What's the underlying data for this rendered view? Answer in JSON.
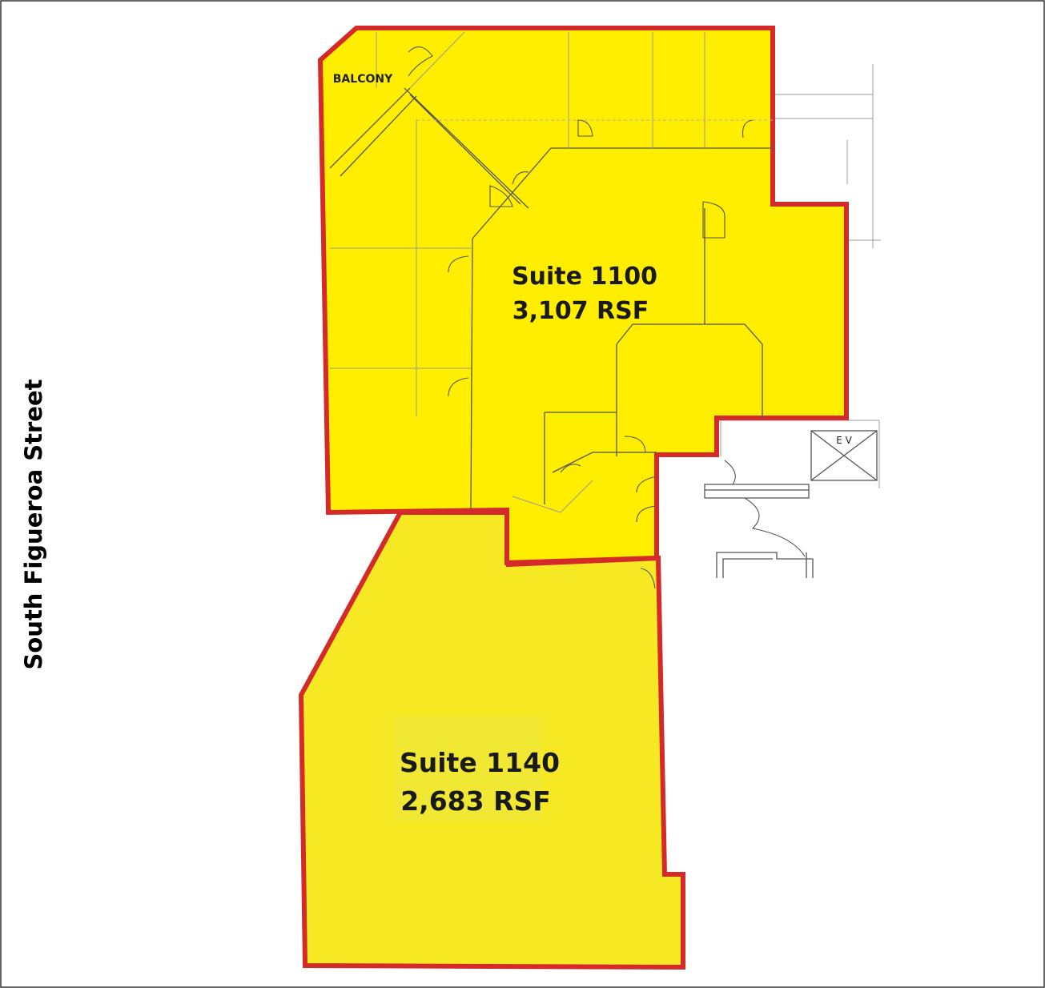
{
  "street": {
    "label": "South Figueroa Street"
  },
  "suites": [
    {
      "name": "Suite 1100",
      "area": "3,107 RSF"
    },
    {
      "name": "Suite 1140",
      "area": "2,683 RSF"
    }
  ],
  "labels": {
    "balcony": "BALCONY",
    "elevator": "E V"
  },
  "colors": {
    "suite_1100_fill": "#ffee00",
    "suite_1140_fill": "#f6e924",
    "outline": "#d42a2a",
    "walls": "#555555"
  }
}
